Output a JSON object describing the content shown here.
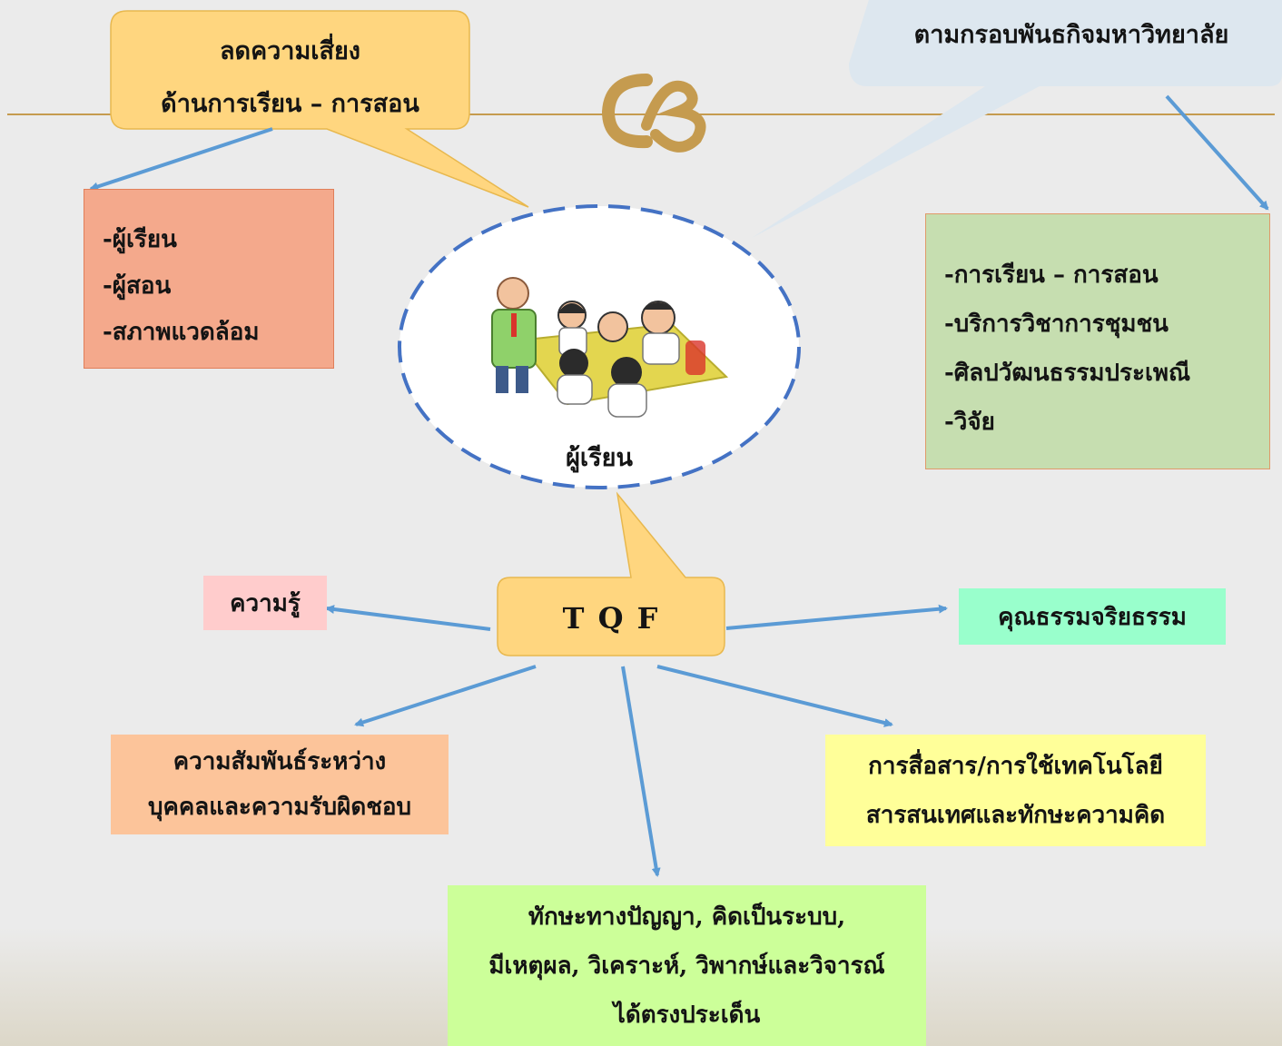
{
  "top_left_callout": {
    "lines": [
      "ลดความเสี่ยง",
      "ด้านการเรียน – การสอน"
    ]
  },
  "top_right_callout": {
    "text": "ตามกรอบพันธกิจมหาวิทยาลัย"
  },
  "risk_box": {
    "items": [
      "-ผู้เรียน",
      "-ผู้สอน",
      "-สภาพแวดล้อม"
    ]
  },
  "mission_box": {
    "items": [
      "-การเรียน – การสอน",
      "-บริการวิชาการชุมชน",
      "-ศิลปวัฒนธรรมประเพณี",
      "-วิจัย"
    ]
  },
  "center_circle": {
    "label": "ผู้เรียน",
    "image": "teacher-and-students-clipart"
  },
  "tqf_callout": {
    "label": "T Q F"
  },
  "knowledge_box": {
    "label": "ความรู้"
  },
  "ethics_box": {
    "label": "คุณธรรมจริยธรรม"
  },
  "relationship_box": {
    "lines": [
      "ความสัมพันธ์ระหว่าง",
      "บุคคลและความรับผิดชอบ"
    ]
  },
  "communication_box": {
    "lines": [
      "การสื่อสาร/การใช้เทคโนโลยี",
      "สารสนเทศและทักษะความคิด"
    ]
  },
  "cognitive_box": {
    "lines": [
      "ทักษะทางปัญญา, คิดเป็นระบบ,",
      "มีเหตุผล, วิเคราะห์, วิพากษ์และวิจารณ์",
      "ได้ตรงประเด็น"
    ]
  },
  "colors": {
    "callout_fill": "#ffd67f",
    "risk_fill": "#f4a98c",
    "mission_fill": "#c6deb0",
    "knowledge_fill": "#ffcccc",
    "ethics_fill": "#99ffcc",
    "relationship_fill": "#fcc49a",
    "communication_fill": "#ffff99",
    "cognitive_fill": "#ccff99",
    "arrow": "#5b9bd5",
    "rule": "#c59b4f",
    "circle_border": "#4472c4"
  }
}
